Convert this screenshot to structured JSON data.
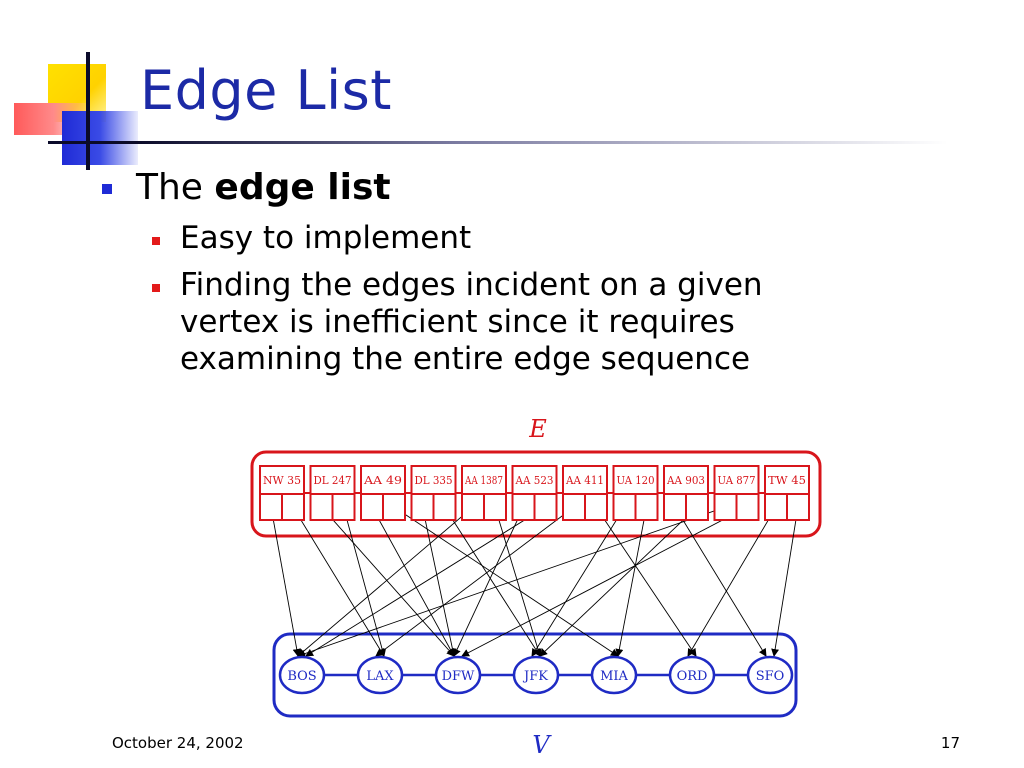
{
  "slide": {
    "title": "Edge List",
    "bullet1": {
      "prefix": "The ",
      "emphasis": "edge list"
    },
    "sub_bullets": [
      {
        "text": "Easy to implement"
      },
      {
        "lines": [
          "Finding the edges incident on a given",
          "vertex is inefficient since it requires",
          "examining the entire edge sequence"
        ]
      }
    ],
    "footer": {
      "date": "October 24, 2002",
      "page": "17"
    }
  },
  "diagram": {
    "edge_set_label": "E",
    "vertex_set_label": "V",
    "edges": [
      "NW 35",
      "DL 247",
      "AA 49",
      "DL 335",
      "AA 1387",
      "AA 523",
      "AA 411",
      "UA 120",
      "AA 903",
      "UA 877",
      "TW 45"
    ],
    "vertices": [
      "BOS",
      "LAX",
      "DFW",
      "JFK",
      "MIA",
      "ORD",
      "SFO"
    ],
    "connections": [
      [
        "BOS",
        "LAX"
      ],
      [
        "DFW",
        "LAX"
      ],
      [
        "DFW",
        "MIA"
      ],
      [
        "DFW",
        "JFK"
      ],
      [
        "BOS",
        "JFK"
      ],
      [
        "DFW",
        "BOS"
      ],
      [
        "LAX",
        "ORD"
      ],
      [
        "JFK",
        "MIA"
      ],
      [
        "SFO",
        "JFK"
      ],
      [
        "BOS",
        "DFW"
      ],
      [
        "ORD",
        "SFO"
      ]
    ],
    "colors": {
      "edge_box": "#d8151b",
      "vertex_box": "#1f2bc4",
      "arrow": "#000000"
    }
  }
}
